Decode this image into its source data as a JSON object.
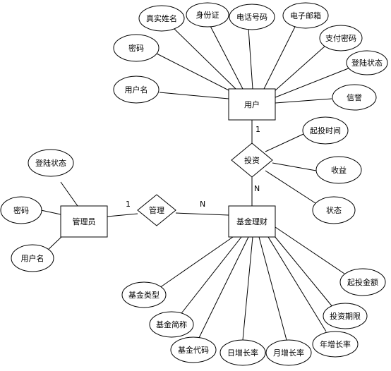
{
  "entities": {
    "user": "用户",
    "admin": "管理员",
    "fund": "基金理财"
  },
  "relations": {
    "invest": "投资",
    "manage": "管理"
  },
  "cardinality": {
    "user_invest": "1",
    "invest_fund": "N",
    "admin_manage": "1",
    "manage_fund": "N"
  },
  "attributes": {
    "user": [
      "用户名",
      "密码",
      "真实姓名",
      "身份证",
      "电话号码",
      "电子邮箱",
      "支付密码",
      "登陆状态",
      "信誉"
    ],
    "invest": [
      "起投时间",
      "收益",
      "状态"
    ],
    "admin": [
      "登陆状态",
      "密码",
      "用户名"
    ],
    "fund": [
      "基金类型",
      "基金简称",
      "基金代码",
      "日增长率",
      "月增长率",
      "年增长率",
      "投资期限",
      "起投金额"
    ]
  }
}
